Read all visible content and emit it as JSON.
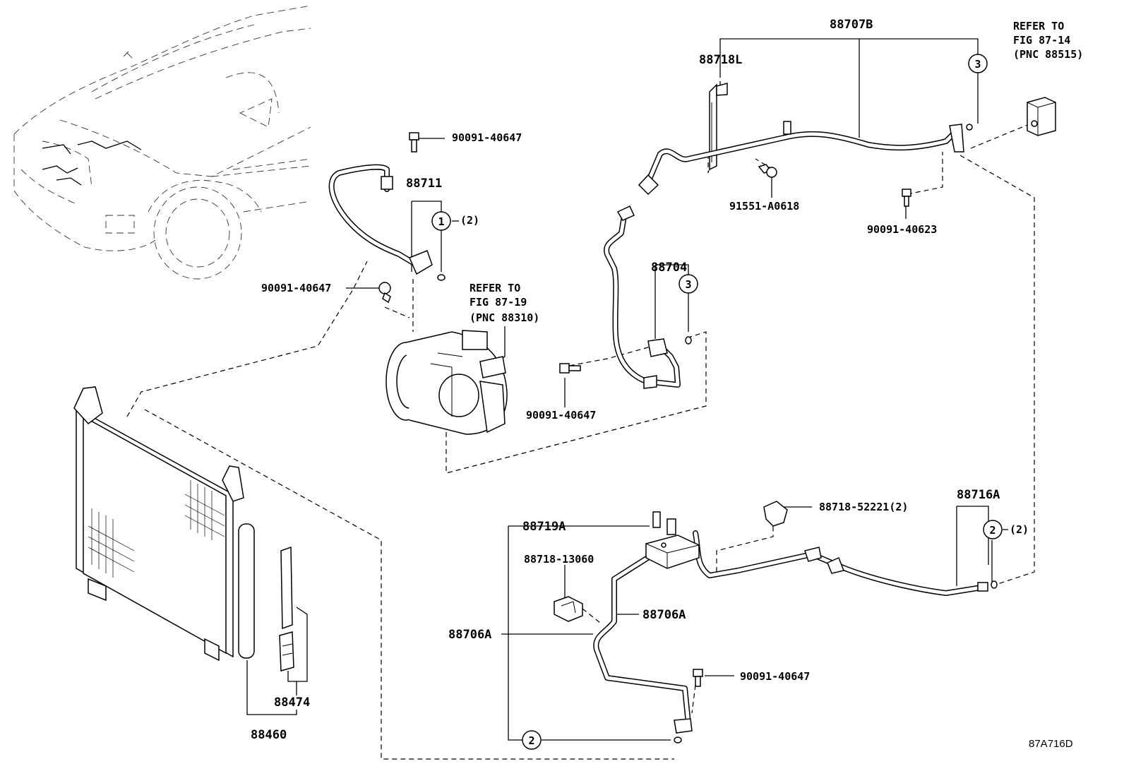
{
  "labels": {
    "p88707B": "88707B",
    "p88718L": "88718L",
    "refer_87_14_l1": "REFER TO",
    "refer_87_14_l2": "FIG 87-14",
    "refer_87_14_l3": "(PNC 88515)",
    "p90091_40647_top": "90091-40647",
    "p88711": "88711",
    "qty_88711": "(2)",
    "p91551_A0618": "91551-A0618",
    "p90091_40623": "90091-40623",
    "p88704": "88704",
    "p90091_40647_left": "90091-40647",
    "refer_87_19_l1": "REFER TO",
    "refer_87_19_l2": "FIG 87-19",
    "refer_87_19_l3": "(PNC 88310)",
    "p90091_40647_mid": "90091-40647",
    "p88716A": "88716A",
    "qty_88716A": "(2)",
    "p88718_52221": "88718-52221(2)",
    "p88719A": "88719A",
    "p88718_13060": "88718-13060",
    "p88706A_right": "88706A",
    "p88706A_left": "88706A",
    "p90091_40647_bottom": "90091-40647",
    "p88474": "88474",
    "p88460": "88460",
    "circle_1": "1",
    "circle_2_a": "2",
    "circle_2_b": "2",
    "circle_3_a": "3",
    "circle_3_b": "3",
    "figure_code": "87A716D"
  }
}
